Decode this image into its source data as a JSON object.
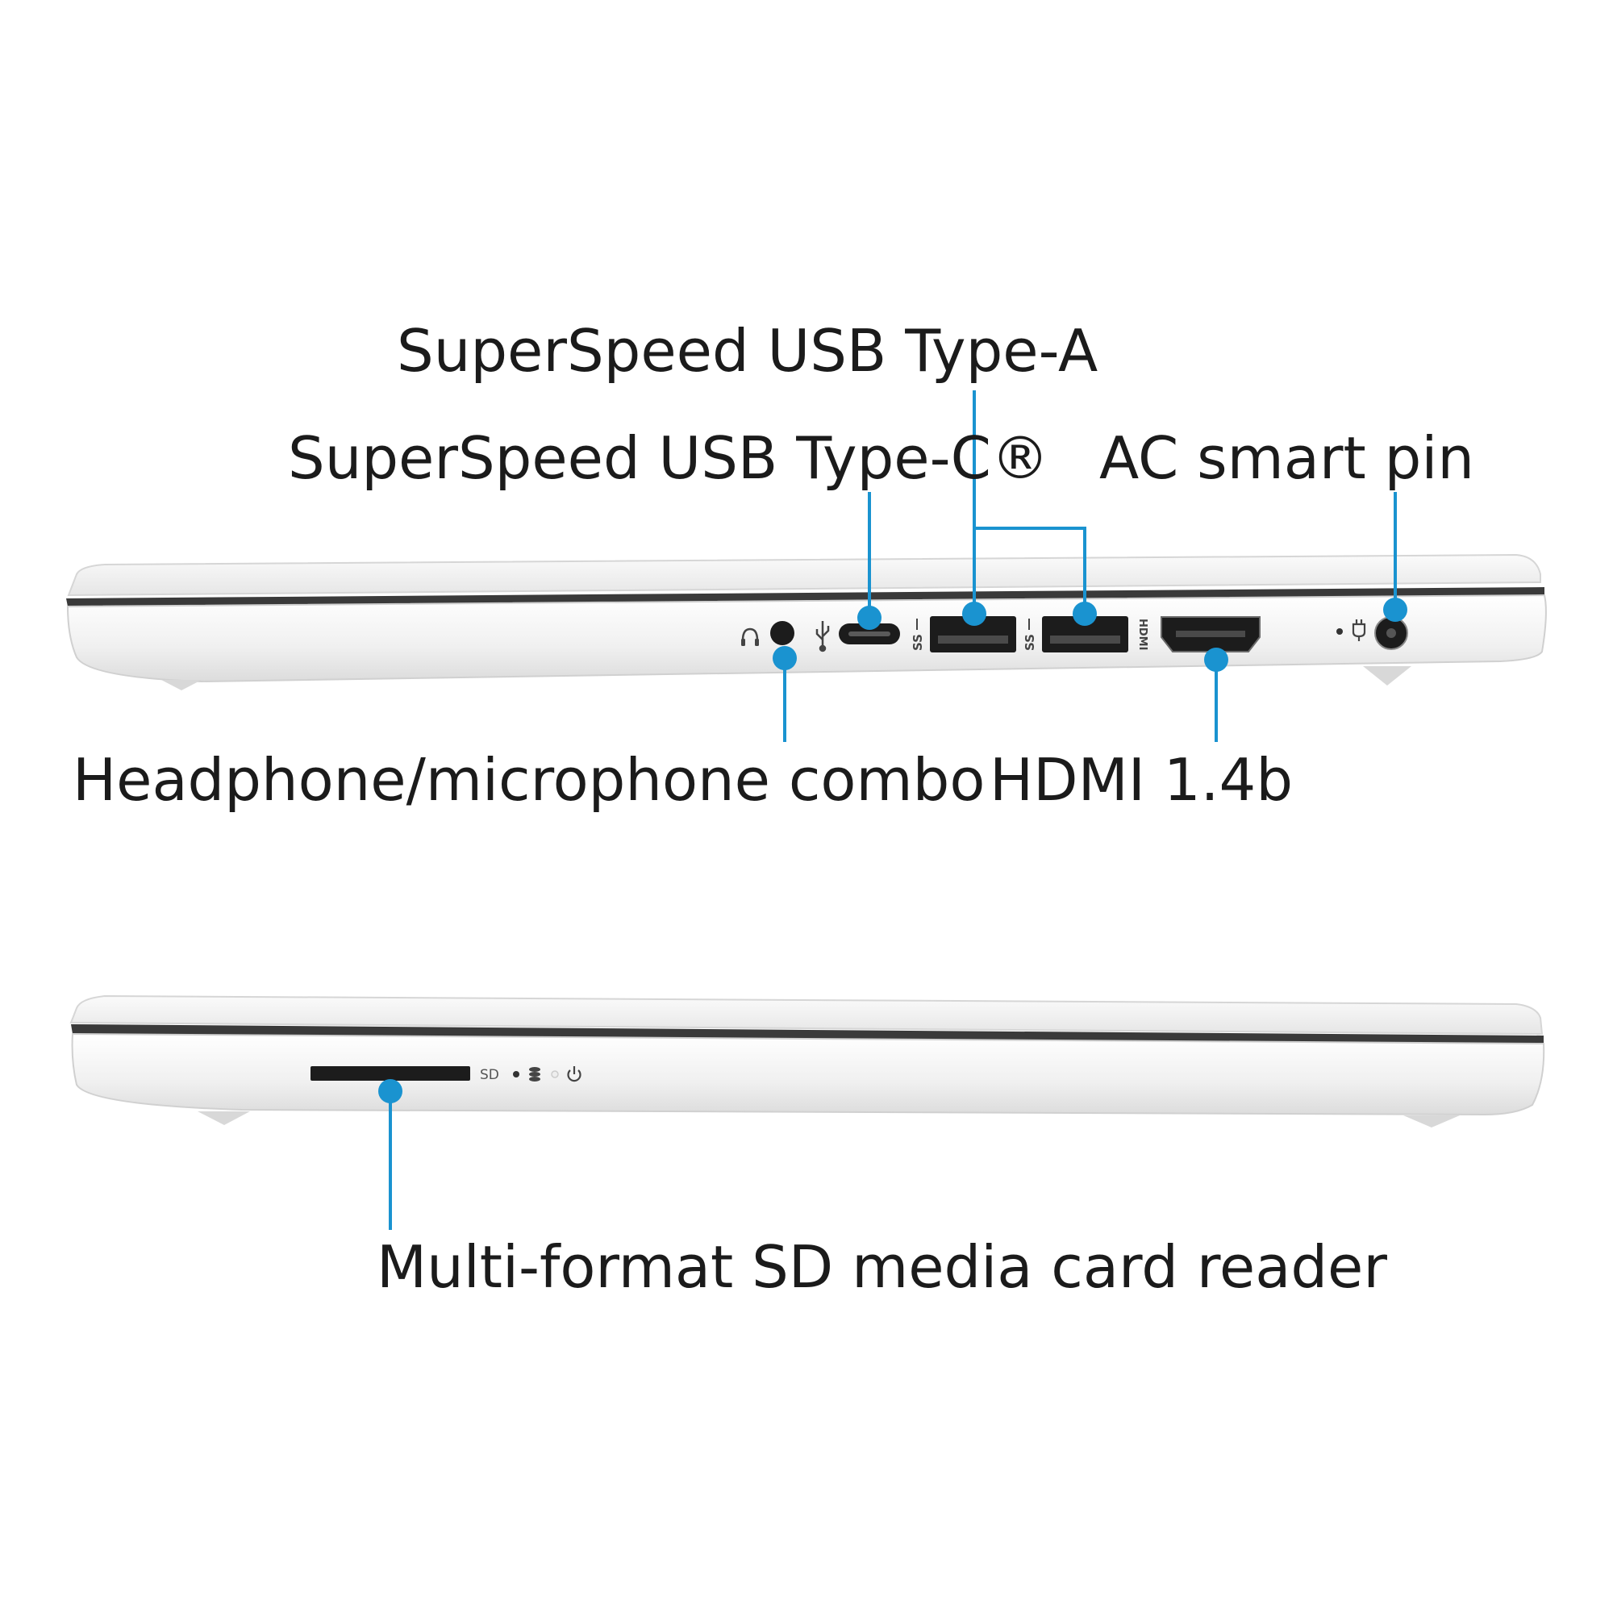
{
  "callouts": {
    "usb_type_a": "SuperSpeed USB Type-A",
    "usb_type_c": "SuperSpeed USB Type-C®",
    "ac_smart_pin": "AC smart pin",
    "headphone_combo": "Headphone/microphone combo",
    "hdmi": "HDMI 1.4b",
    "sd_reader": "Multi-format SD media card reader"
  },
  "port_markings": {
    "sd": "SD"
  },
  "icons": [
    "headphone-icon",
    "usb-icon",
    "superspeed-usb-icon",
    "hdmi-logo-icon",
    "power-plug-icon",
    "drive-activity-icon",
    "power-icon"
  ],
  "colors": {
    "accent": "#1a93d0",
    "text": "#1b1b1b",
    "body": "#f4f4f4",
    "port": "#222222"
  }
}
